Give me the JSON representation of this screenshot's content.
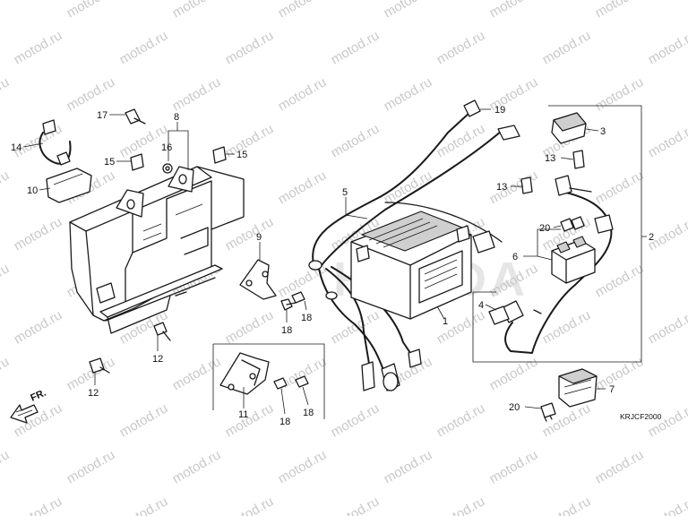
{
  "diagram": {
    "reference_code": "KRJCF2000",
    "direction_label": "FR.",
    "brand_watermark": "HONDA",
    "site_watermark": "motod.ru",
    "callouts": {
      "c1": "1",
      "c2": "2",
      "c3": "3",
      "c4": "4",
      "c5": "5",
      "c6": "6",
      "c7": "7",
      "c8": "8",
      "c9": "9",
      "c10": "10",
      "c11": "11",
      "c12a": "12",
      "c12b": "12",
      "c13a": "13",
      "c13b": "13",
      "c14": "14",
      "c15a": "15",
      "c15b": "15",
      "c16": "16",
      "c17": "17",
      "c18a": "18",
      "c18b": "18",
      "c18c": "18",
      "c18d": "18",
      "c19": "19",
      "c20a": "20",
      "c20b": "20"
    }
  }
}
